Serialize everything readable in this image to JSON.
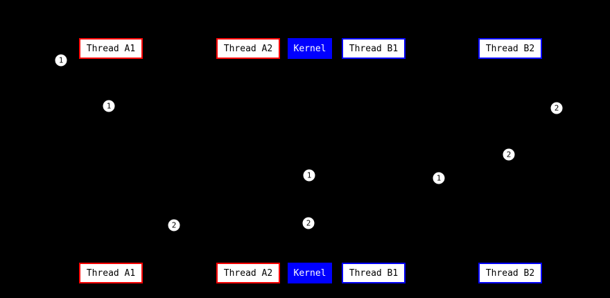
{
  "diagram": {
    "background": "#000000",
    "colors": {
      "thread_a_border": "#ff0000",
      "thread_b_border": "#0000ff",
      "kernel_fill": "#0000ff",
      "kernel_text": "#ffffff",
      "box_fill": "#ffffff",
      "box_text": "#000000",
      "marker_fill": "#ffffff",
      "marker_text": "#000000"
    },
    "top_row": [
      {
        "label": "Thread A1",
        "style": "red"
      },
      {
        "label": "Thread A2",
        "style": "red"
      },
      {
        "label": "Kernel",
        "style": "kernel"
      },
      {
        "label": "Thread B1",
        "style": "blue"
      },
      {
        "label": "Thread B2",
        "style": "blue"
      }
    ],
    "bottom_row": [
      {
        "label": "Thread A1",
        "style": "red"
      },
      {
        "label": "Thread A2",
        "style": "red"
      },
      {
        "label": "Kernel",
        "style": "kernel"
      },
      {
        "label": "Thread B1",
        "style": "blue"
      },
      {
        "label": "Thread B2",
        "style": "blue"
      }
    ],
    "markers": [
      {
        "number": "1"
      },
      {
        "number": "1"
      },
      {
        "number": "2"
      },
      {
        "number": "2"
      },
      {
        "number": "1"
      },
      {
        "number": "1"
      },
      {
        "number": "2"
      },
      {
        "number": "2"
      }
    ]
  }
}
